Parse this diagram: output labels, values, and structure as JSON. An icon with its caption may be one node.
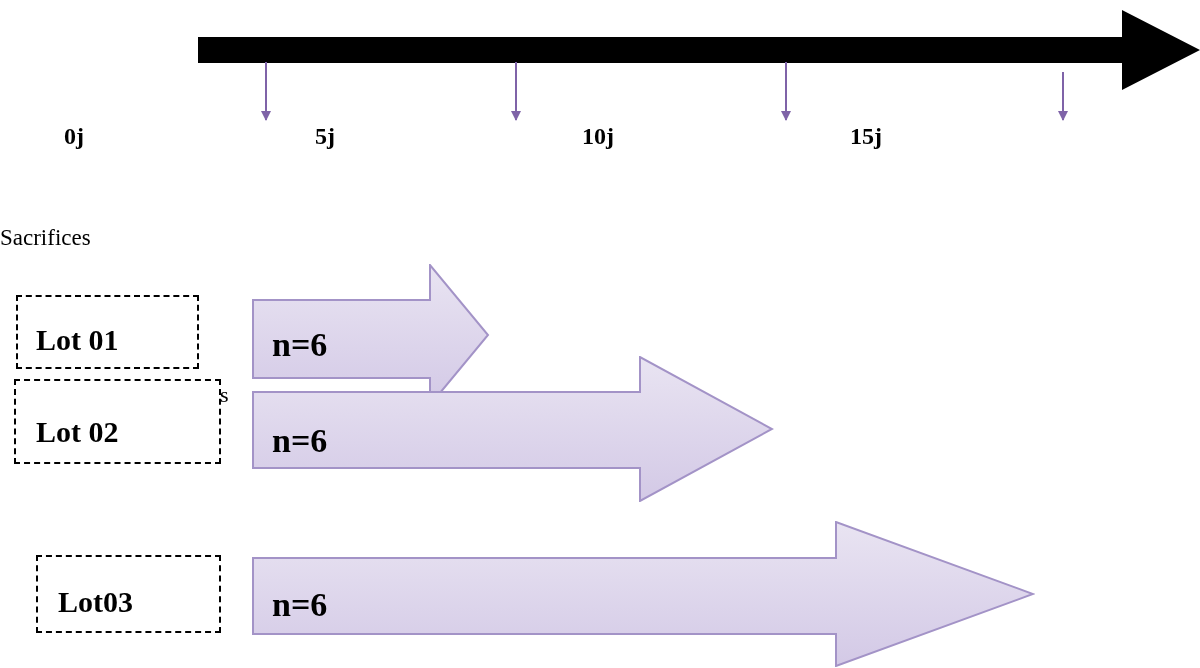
{
  "diagram": {
    "nodes": [
      {
        "text": [
          "Lot 01"
        ]
      },
      {
        "text": [
          "n=6"
        ]
      },
      {
        "text": [
          "Lot 02"
        ]
      },
      {
        "text": [
          "n=6"
        ]
      },
      {
        "text": [
          "Lot03"
        ]
      },
      {
        "text": [
          "n=6"
        ]
      }
    ],
    "labels": [
      "0j",
      "5j",
      "10j",
      "15j",
      "Sacrifices",
      "s"
    ]
  }
}
